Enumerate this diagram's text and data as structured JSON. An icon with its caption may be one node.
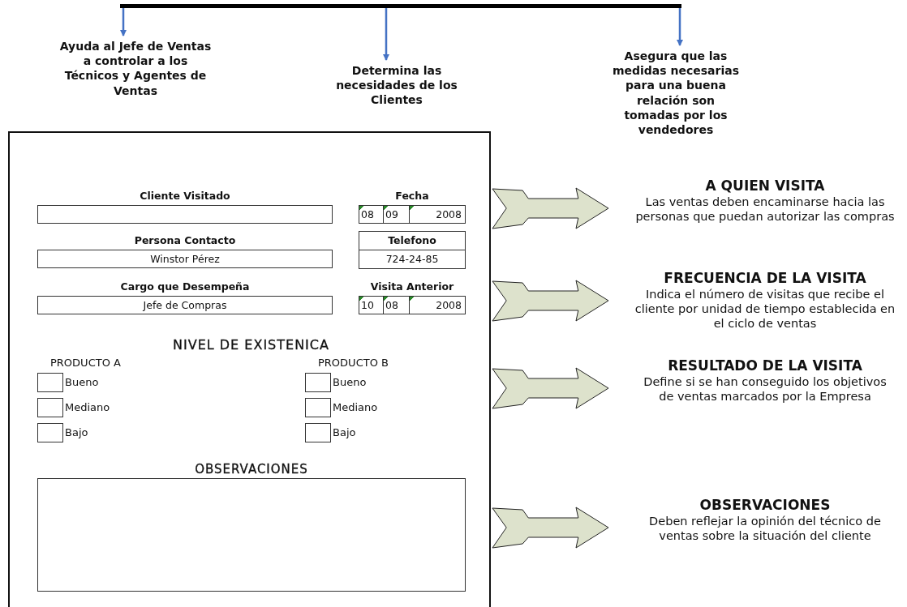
{
  "diagram": {
    "nodes": [
      {
        "text": [],
        "shape": "bar"
      },
      {
        "text": [
          "Ayuda al Jefe de Ventas a controlar a los Técnicos y Agentes de Ventas"
        ]
      },
      {
        "text": [
          "Determina las necesidades de los Clientes"
        ]
      },
      {
        "text": [
          "Asegura que las medidas necesarias para una buena relación son tomadas por los vendedores"
        ]
      },
      {
        "text": [],
        "shape": "box"
      },
      {
        "text": [
          "Cliente Visitado"
        ],
        "in": 4
      },
      {
        "text": [
          "Fecha",
          "08",
          "09",
          "2008"
        ],
        "in": 4
      },
      {
        "text": [
          "Persona Contacto",
          "Winstor Pérez"
        ],
        "in": 4
      },
      {
        "text": [
          "Telefono",
          "724-24-85"
        ],
        "in": 4
      },
      {
        "text": [
          "Cargo que Desempeña",
          "Jefe de Compras"
        ],
        "in": 4
      },
      {
        "text": [
          "Visita Anterior",
          "10",
          "08",
          "2008"
        ],
        "in": 4
      },
      {
        "text": [],
        "shape": "box",
        "beside": [
          "Bueno"
        ],
        "in": 4
      },
      {
        "text": [],
        "shape": "box",
        "beside": [
          "Mediano"
        ],
        "in": 4
      },
      {
        "text": [],
        "shape": "box",
        "beside": [
          "Bajo"
        ],
        "in": 4
      },
      {
        "text": [],
        "shape": "box",
        "beside": [
          "Bueno"
        ],
        "in": 4
      },
      {
        "text": [],
        "shape": "box",
        "beside": [
          "Mediano"
        ],
        "in": 4
      },
      {
        "text": [],
        "shape": "box",
        "beside": [
          "Bajo"
        ],
        "in": 4
      },
      {
        "text": [
          "OBSERVACIONES"
        ],
        "in": 4
      },
      {
        "text": [
          "A QUIEN VISITA",
          "Las ventas deben encaminarse hacia las personas que puedan autorizar las compras"
        ]
      },
      {
        "text": [
          "FRECUENCIA DE LA VISITA",
          "Indica el número de visitas que recibe el cliente por unidad de tiempo establecida en el ciclo de ventas"
        ]
      },
      {
        "text": [
          "RESULTADO DE LA VISITA",
          "Define si se han conseguido los objetivos de ventas marcados por la Empresa"
        ]
      },
      {
        "text": [
          "OBSERVACIONES",
          "Deben reflejar la opinión del técnico de ventas sobre la situación del cliente"
        ]
      }
    ],
    "edges": [
      {
        "from": 0,
        "to": 1,
        "arrow": "to",
        "color": "#4472c4"
      },
      {
        "from": 0,
        "to": 2,
        "arrow": "to",
        "color": "#4472c4"
      },
      {
        "from": 0,
        "to": 3,
        "arrow": "to",
        "color": "#4472c4"
      },
      {
        "from": 4,
        "to": 18,
        "arrow": "to",
        "style": "thick"
      },
      {
        "from": 4,
        "to": 19,
        "arrow": "to",
        "style": "thick"
      },
      {
        "from": 4,
        "to": 20,
        "arrow": "to",
        "style": "thick"
      },
      {
        "from": 4,
        "to": 21,
        "arrow": "to",
        "style": "thick"
      }
    ],
    "labels": [
      "NIVEL DE EXISTENICA",
      "PRODUCTO A",
      "PRODUCTO B"
    ]
  }
}
